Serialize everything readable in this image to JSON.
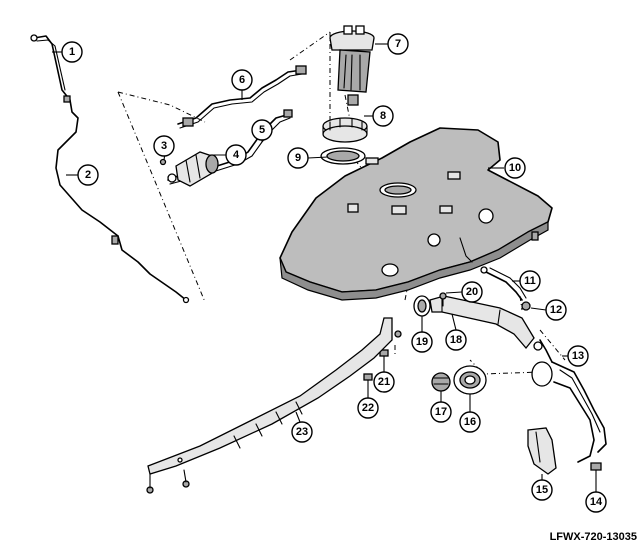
{
  "figure_code": "LFWX-720-13035",
  "callouts": [
    "1",
    "2",
    "3",
    "4",
    "5",
    "6",
    "7",
    "8",
    "9",
    "10",
    "11",
    "12",
    "13",
    "14",
    "15",
    "16",
    "17",
    "18",
    "19",
    "20",
    "21",
    "22",
    "23"
  ]
}
